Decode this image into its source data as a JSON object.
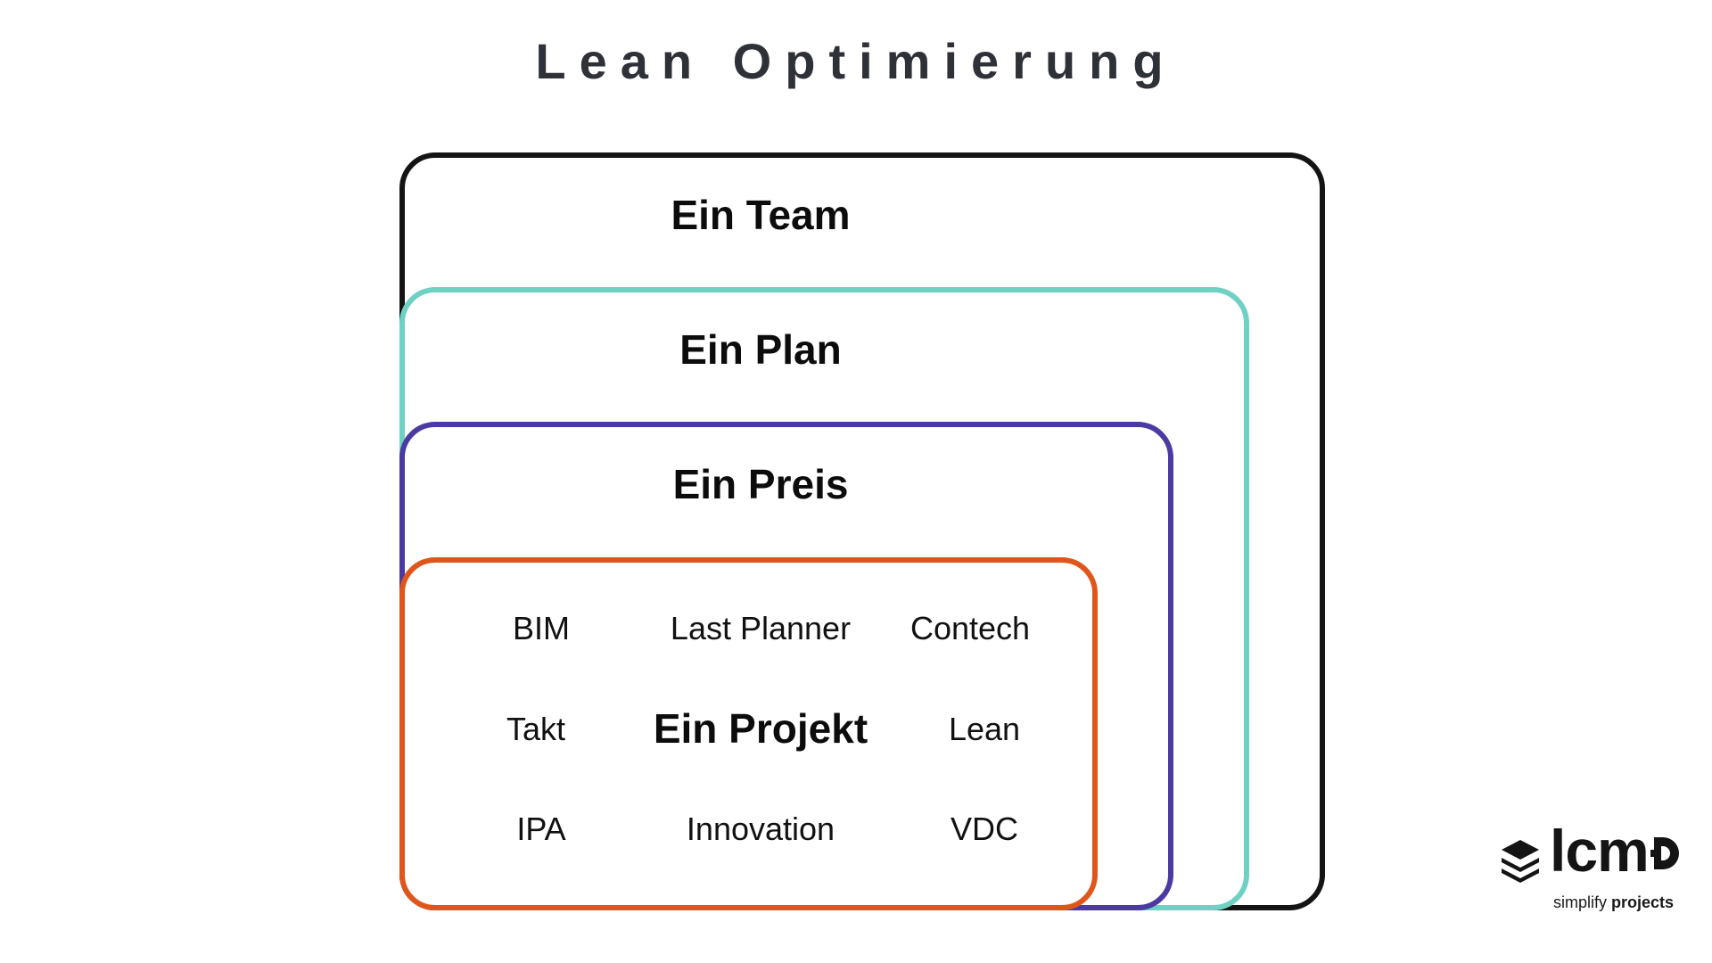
{
  "title": "Lean Optimierung",
  "layers": {
    "team": "Ein Team",
    "plan": "Ein Plan",
    "preis": "Ein Preis",
    "projekt": "Ein Projekt"
  },
  "terms": {
    "bim": "BIM",
    "last_planner": "Last Planner",
    "contech": "Contech",
    "takt": "Takt",
    "lean": "Lean",
    "ipa": "IPA",
    "innovation": "Innovation",
    "vdc": "VDC"
  },
  "logo": {
    "word": "lcm",
    "tag_prefix": "simplify",
    "tag_suffix": "projects"
  },
  "colors": {
    "team_border": "#141414",
    "plan_border": "#6fd0c4",
    "preis_border": "#4b3aa2",
    "projekt_border": "#e0561a"
  },
  "icons": {
    "logo_mark": "stacked-layers-icon"
  }
}
